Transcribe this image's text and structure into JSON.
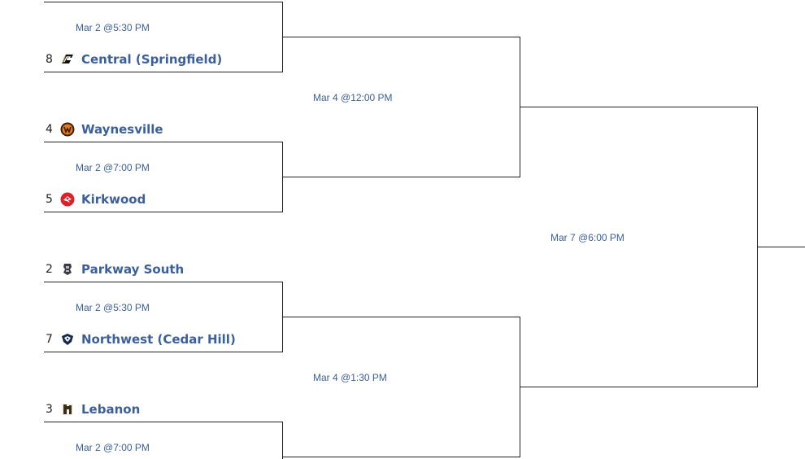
{
  "games": {
    "g1": "Mar 2 @5:30 PM",
    "g2": "Mar 2 @7:00 PM",
    "g3": "Mar 2 @5:30 PM",
    "g4": "Mar 2 @7:00 PM",
    "sf1": "Mar 4 @12:00 PM",
    "sf2": "Mar 4 @1:30 PM",
    "final": "Mar 7 @6:00 PM"
  },
  "teams": [
    {
      "seed": "8",
      "name": "Central (Springfield)",
      "icon": "central-logo-icon"
    },
    {
      "seed": "4",
      "name": "Waynesville",
      "icon": "waynesville-logo-icon"
    },
    {
      "seed": "5",
      "name": "Kirkwood",
      "icon": "kirkwood-logo-icon"
    },
    {
      "seed": "2",
      "name": "Parkway South",
      "icon": "parkway-south-logo-icon"
    },
    {
      "seed": "7",
      "name": "Northwest (Cedar Hill)",
      "icon": "northwest-logo-icon"
    },
    {
      "seed": "3",
      "name": "Lebanon",
      "icon": "lebanon-logo-icon"
    }
  ],
  "colors": {
    "link": "#3b5f9a",
    "line": "#222222"
  }
}
